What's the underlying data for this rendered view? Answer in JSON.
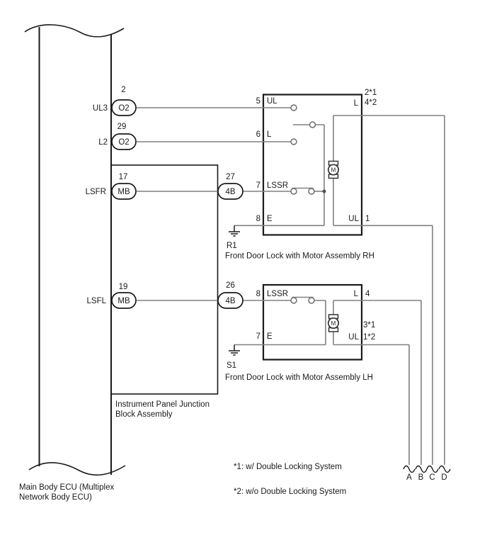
{
  "colors": {
    "wire": "#808080",
    "line": "#1a1a1a"
  },
  "ecu": {
    "label_line1": "Main Body ECU (Multiplex",
    "label_line2": "Network Body ECU)",
    "pins": [
      {
        "signal": "UL3",
        "pin": "2",
        "connector": "O2"
      },
      {
        "signal": "L2",
        "pin": "29",
        "connector": "O2"
      },
      {
        "signal": "LSFR",
        "pin": "17",
        "connector": "MB"
      },
      {
        "signal": "LSFL",
        "pin": "19",
        "connector": "MB"
      }
    ]
  },
  "junction_block": {
    "label_line1": "Instrument Panel Junction",
    "label_line2": "Block Assembly",
    "connectors": [
      {
        "pin": "27",
        "connector": "4B"
      },
      {
        "pin": "26",
        "connector": "4B"
      }
    ]
  },
  "rh_lock": {
    "title": "Front Door Lock with Motor Assembly RH",
    "ground": "R1",
    "motor": "M",
    "pins": {
      "p5_num": "5",
      "p5_label": "UL",
      "p6_num": "6",
      "p6_label": "L",
      "p7_num": "7",
      "p7_label": "LSSR",
      "p8_num": "8",
      "p8_label": "E",
      "l_label": "L",
      "l_pin_a": "2*1",
      "l_pin_b": "4*2",
      "ul_label": "UL",
      "ul_pin": "1"
    }
  },
  "lh_lock": {
    "title": "Front Door Lock with Motor Assembly LH",
    "ground": "S1",
    "motor": "M",
    "pins": {
      "p8_num": "8",
      "p8_label": "LSSR",
      "p7_num": "7",
      "p7_label": "E",
      "l_label": "L",
      "l_pin": "4",
      "ul_label": "UL",
      "ul_pin_a": "3*1",
      "ul_pin_b": "1*2"
    }
  },
  "notes": {
    "note1": "*1: w/ Double Locking System",
    "note2": "*2: w/o Double Locking System"
  },
  "terminals": [
    "A",
    "B",
    "C",
    "D"
  ]
}
